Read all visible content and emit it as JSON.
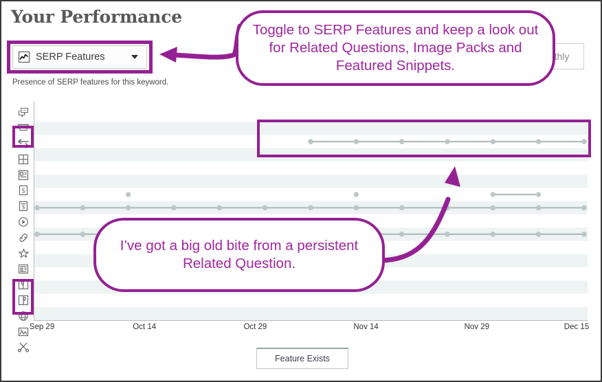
{
  "window": {
    "title": "Your Performance",
    "border_color": "#3a3a3a"
  },
  "header": {
    "title": "Your Performance",
    "metric_select": {
      "icon": "line-chart-icon",
      "selected": "SERP Features",
      "caret": "chevron-down-icon",
      "options": [
        "SERP Features"
      ]
    },
    "caption": "Presence of SERP features for this keyword.",
    "range_toggle": {
      "label": "Monthly",
      "visible_text": "onthly"
    }
  },
  "highlights": {
    "accent_color": "#942193",
    "dropdown_box": "highlight-metric-select",
    "rail_box_top": "highlight-rail-related-questions",
    "rail_box_bottom": "highlight-rail-image-pack-and-featured-snippet",
    "series_box": "highlight-related-questions-series"
  },
  "icon_rail": {
    "items": [
      {
        "name": "related-questions-chat-icon",
        "label": "Related Questions (chat bubbles)"
      },
      {
        "name": "adwords-top-icon",
        "label": "AdWords Top"
      },
      {
        "name": "related-questions-arrows-icon",
        "label": "Related Questions",
        "highlighted": true
      },
      {
        "name": "image-pack-grid-icon",
        "label": "Image Pack"
      },
      {
        "name": "knowledge-panel-icon",
        "label": "Knowledge Panel"
      },
      {
        "name": "adwords-bottom-dollar-icon",
        "label": "AdWords Bottom"
      },
      {
        "name": "shopping-dollar-icon",
        "label": "Shopping Results"
      },
      {
        "name": "video-play-icon",
        "label": "Video"
      },
      {
        "name": "link-chain-icon",
        "label": "Sitelinks"
      },
      {
        "name": "review-star-icon",
        "label": "Review"
      },
      {
        "name": "news-article-icon",
        "label": "News"
      },
      {
        "name": "local-pack-map-icon",
        "label": "Local Pack"
      },
      {
        "name": "local-teaser-map-icon",
        "label": "Local Teaser"
      },
      {
        "name": "image-globe-icon",
        "label": "Web / Globe"
      },
      {
        "name": "image-photo-icon",
        "label": "Image",
        "highlighted": true
      },
      {
        "name": "featured-snippet-scissors-icon",
        "label": "Featured Snippet",
        "highlighted": true
      }
    ]
  },
  "callouts": [
    {
      "name": "callout-toggle-serp-features",
      "text": "Toggle to SERP Features and keep a look out for Related Questions, Image Packs and Featured Snippets.",
      "points_to": "metric-select"
    },
    {
      "name": "callout-related-question",
      "text": "I’ve got a big old bite from a persistent Related Question.",
      "points_to": "highlight-related-questions-series"
    }
  ],
  "chart_data": {
    "type": "scatter",
    "title": "Presence of SERP features for this keyword.",
    "xlabel": "",
    "ylabel": "",
    "grid": true,
    "legend_position": "bottom",
    "legend": [
      "Feature Exists"
    ],
    "x_tick_labels": [
      "Sep 29",
      "Oct 14",
      "Oct 29",
      "Nov 14",
      "Nov 29",
      "Dec 15"
    ],
    "x_tick_positions": [
      0,
      0.2,
      0.4,
      0.6,
      0.8,
      1.0
    ],
    "x_points": [
      0,
      1,
      2,
      3,
      4,
      5,
      6,
      7,
      8,
      9,
      10,
      11,
      12
    ],
    "row_count": 16,
    "marker_color": "#bcc6c7",
    "line_color": "#b3bdbe",
    "band_color": "#edf4f3",
    "series": [
      {
        "name": "related-questions-arrows-icon",
        "row": 2,
        "highlighted": true,
        "x_present": [
          6,
          7,
          8,
          9,
          10,
          11,
          12
        ]
      },
      {
        "name": "video-play-icon",
        "row": 7,
        "highlighted": false,
        "x_present": [
          0,
          1,
          2,
          3,
          4,
          5,
          6,
          7,
          8,
          9,
          10,
          11,
          12
        ],
        "extra_markers": [
          2,
          7
        ],
        "extra_marker_row_offset": -1,
        "segment_above": [
          10,
          11
        ]
      },
      {
        "name": "review-star-icon",
        "row": 9,
        "highlighted": false,
        "x_present": [
          0,
          1,
          2,
          3,
          4,
          5,
          6,
          7,
          8,
          9,
          10,
          11,
          12
        ]
      }
    ]
  },
  "footer": {
    "legend_label": "Feature Exists"
  }
}
